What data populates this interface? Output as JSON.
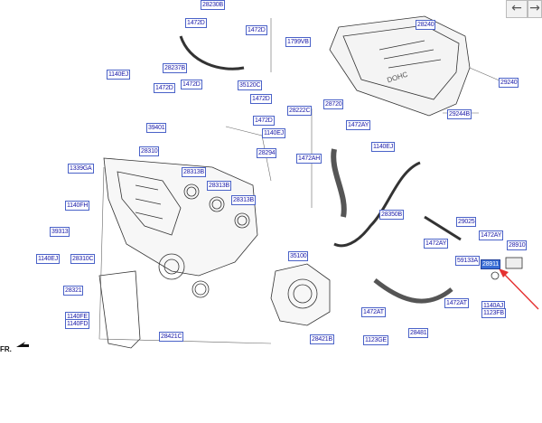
{
  "nav": {
    "back_glyph": "←",
    "forward_glyph": "→",
    "back_icon": "arrow-left-icon",
    "forward_icon": "arrow-right-icon"
  },
  "orientation_label": "FR.",
  "highlight_color": "#3b6fd6",
  "pointer_color": "#e53030",
  "callouts": [
    "28230B",
    "1472D",
    "1472D",
    "28237B",
    "1140EJ",
    "1472D",
    "1472D",
    "35120C",
    "1472D",
    "1472D",
    "28222C",
    "28720",
    "39401",
    "1472AY",
    "28240",
    "29240",
    "29244B",
    "1799VB",
    "28310",
    "1140EJ",
    "28294",
    "1140EJ",
    "1472AH",
    "1339GA",
    "28313B",
    "28313B",
    "28313B",
    "1140FH",
    "28350B",
    "29025",
    "1472AY",
    "1472AY",
    "39313",
    "28310C",
    "1140EJ",
    "35100",
    "59133A",
    "28910",
    "28911",
    "28321",
    "1472AT",
    "1472AT",
    "1140AJ",
    "1123FB",
    "1140FE",
    "1140FD",
    "28421C",
    "28421B",
    "1123GE",
    "28481"
  ]
}
